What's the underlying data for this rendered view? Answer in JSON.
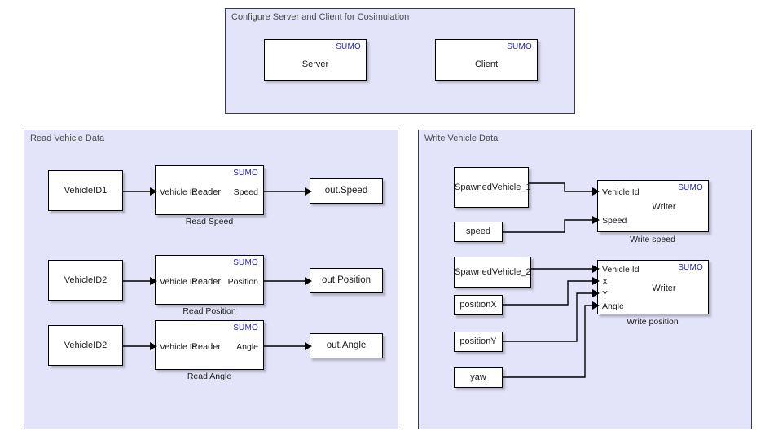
{
  "diagram": {
    "type": "simulink-block-diagram",
    "accent_blue": "#2424d8",
    "panel_fill": "#e3e3f9",
    "panel_border": "#3a3a55",
    "block_fill": "#ffffff",
    "block_border": "#000000"
  },
  "panels": {
    "configure": {
      "title": "Configure Server and Client for Cosimulation",
      "blocks": [
        {
          "name": "Server",
          "badge": "SUMO",
          "label": "Server"
        },
        {
          "name": "Client",
          "badge": "SUMO",
          "label": "Client"
        }
      ]
    },
    "read": {
      "title": "Read Vehicle Data",
      "rows": [
        {
          "source": "VehicleID1",
          "reader": {
            "badge": "SUMO",
            "kind": "Reader",
            "in_port": "Vehicle Id",
            "out_port": "Speed",
            "caption": "Read Speed"
          },
          "sink": "out.Speed"
        },
        {
          "source": "VehicleID2",
          "reader": {
            "badge": "SUMO",
            "kind": "Reader",
            "in_port": "Vehicle Id",
            "out_port": "Position",
            "caption": "Read Position"
          },
          "sink": "out.Position"
        },
        {
          "source": "VehicleID2",
          "reader": {
            "badge": "SUMO",
            "kind": "Reader",
            "in_port": "Vehicle Id",
            "out_port": "Angle",
            "caption": "Read Angle"
          },
          "sink": "out.Angle"
        }
      ]
    },
    "write": {
      "title": "Write Vehicle Data",
      "groups": [
        {
          "sources": [
            "SpawnedVehicle_1",
            "speed"
          ],
          "writer": {
            "badge": "SUMO",
            "kind": "Writer",
            "in_ports": [
              "Vehicle Id",
              "Speed"
            ],
            "caption": "Write speed"
          }
        },
        {
          "sources": [
            "SpawnedVehicle_2",
            "positionX",
            "positionY",
            "yaw"
          ],
          "writer": {
            "badge": "SUMO",
            "kind": "Writer",
            "in_ports": [
              "Vehicle Id",
              "X",
              "Y",
              "Angle"
            ],
            "caption": "Write position"
          }
        }
      ]
    }
  }
}
